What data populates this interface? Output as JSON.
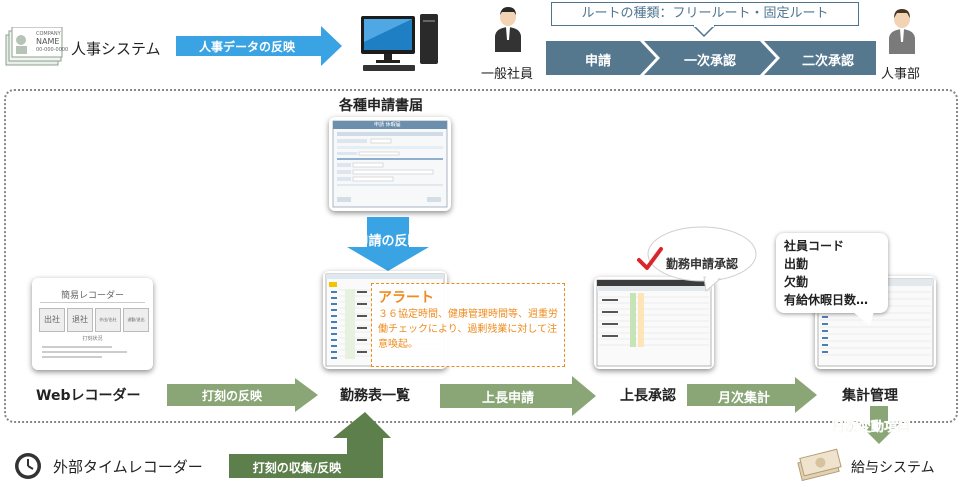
{
  "header": {
    "hr_system": "人事システム",
    "hr_reflect": "人事データの反映",
    "card_company": "COMPANY",
    "card_name": "NAME",
    "card_number": "00-000-0000",
    "route_types": "ルートの種類：フリールート・固定ルート",
    "employee": "一般社員",
    "hr_dept": "人事部",
    "flow": [
      "申請",
      "一次承認",
      "二次承認"
    ]
  },
  "main": {
    "forms_title": "各種申請書届",
    "form_heading": "申請 休暇届",
    "apply_reflect": "申請の反映",
    "web_recorder_screen": {
      "title": "簡易レコーダー",
      "buttons": [
        "出社",
        "退社",
        "外出/出社",
        "退勤/退出"
      ],
      "status": "打刻状況"
    },
    "web_recorder": "Webレコーダー",
    "stamp_reflect": "打刻の反映",
    "timesheet": "勤務表一覧",
    "alert": {
      "title": "アラート",
      "body": "３６協定時間、健康管理時間等、週重労働チェックにより、過剰残業に対して注意喚起。"
    },
    "boss_apply": "上長申請",
    "boss_approve": "上長承認",
    "work_approve": "勤務申請承認",
    "monthly_total": "月次集計",
    "aggregate": "集計管理",
    "aggregate_items": [
      "社員コード",
      "出勤",
      "欠勤",
      "有給休暇日数…"
    ],
    "monthly_change": "月次変動項目"
  },
  "footer": {
    "external_recorder": "外部タイムレコーダー",
    "collect_reflect": "打刻の収集/反映",
    "payroll": "給与システム"
  },
  "colors": {
    "blue_arrow": "#3aa3e3",
    "green_arrow": "#8aa676",
    "dark_green_arrow": "#5d7f4c",
    "chevron": "#56788f",
    "alert": "#ee8c1f",
    "check": "#d9262c"
  }
}
